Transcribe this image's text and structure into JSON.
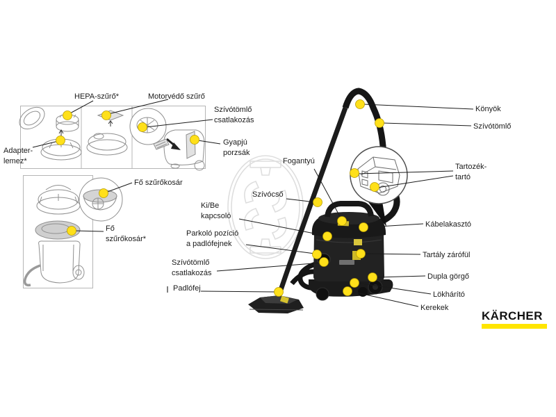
{
  "brand": {
    "name": "KÄRCHER"
  },
  "colors": {
    "accent_yellow": "#ffe500",
    "marker_yellow": "#ffe01a",
    "marker_border": "#b89c00",
    "line_black": "#1a1a1a",
    "sketch_gray": "#8f8f8f",
    "watermark_gray": "#dedede"
  },
  "labels": {
    "hepa_filter": "HEPA-szűrő*",
    "motor_filter": "Motorvédő szűrő",
    "adapter_plate": "Adapter-\nlemez*",
    "hose_connection_filters": "Szívótömlő\ncsatlakozás",
    "wool_bag": "Gyapjú\nporzsák",
    "main_filter_basket_inset": "Fő szűrőkosár",
    "main_filter_basket": "Fő\nszűrőkosár*",
    "handle": "Fogantyú",
    "suction_tube": "Szívócső",
    "power_switch": "Ki/Be\nkapcsoló",
    "parking_position": "Parkoló pozíció\na padlófejnek",
    "hose_connection_body": "Szívótömlő\ncsatlakozás",
    "floor_head": "Padlófej",
    "elbow": "Könyök",
    "suction_hose": "Szívótömlő",
    "accessory_holder": "Tartozék-\ntartó",
    "cable_hook": "Kábelakasztó",
    "tank_latch": "Tartály zárófül",
    "double_castor": "Dupla görgő",
    "bumper": "Lökhárító",
    "wheels": "Kerekek"
  }
}
